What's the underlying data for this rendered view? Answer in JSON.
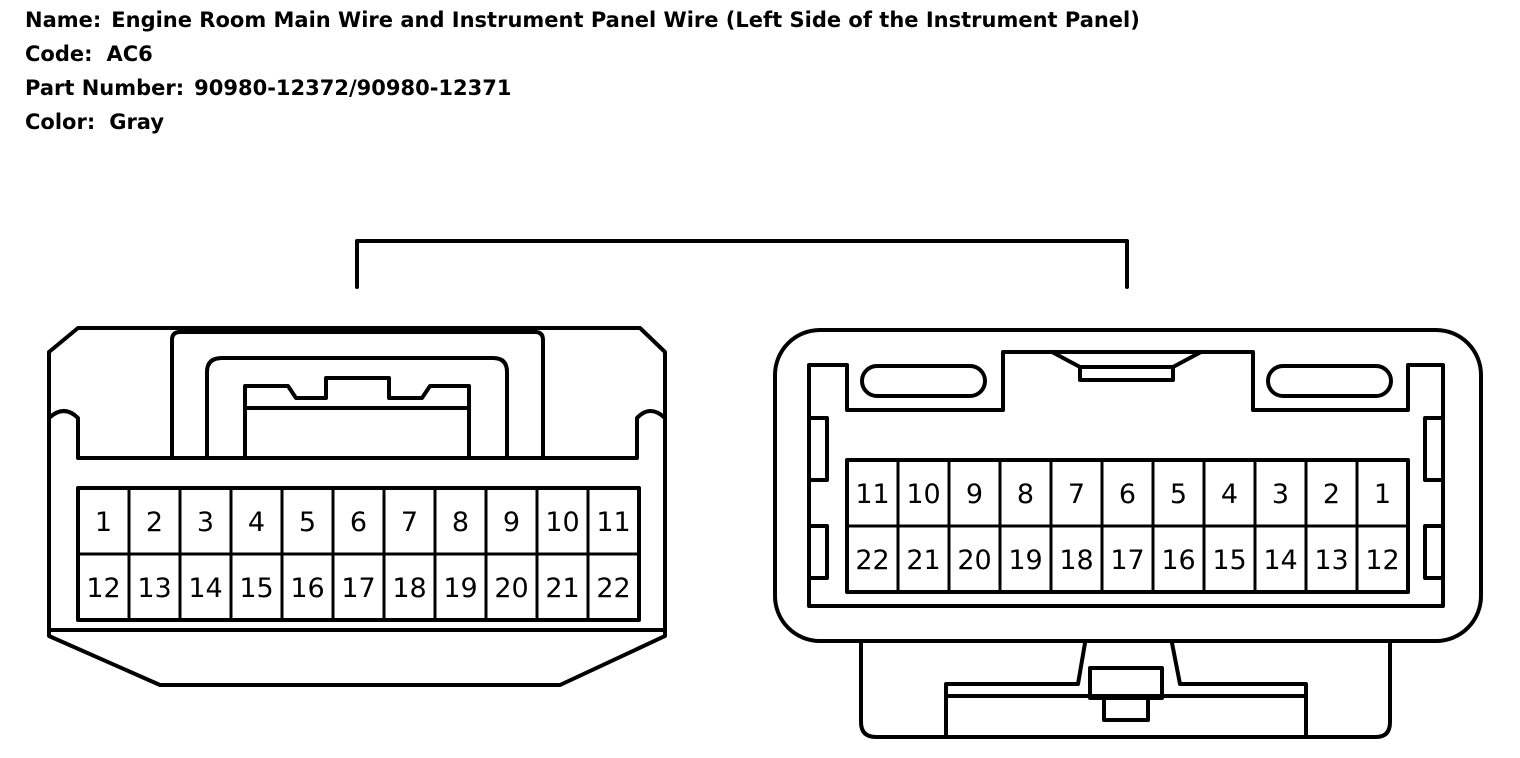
{
  "info": {
    "name_label": "Name:",
    "name_value": "Engine Room Main Wire and Instrument Panel Wire (Left Side of the Instrument Panel)",
    "code_label": "Code:",
    "code_value": "AC6",
    "part_label": "Part Number:",
    "part_value": "90980-12372/90980-12371",
    "color_label": "Color:",
    "color_value": "Gray"
  },
  "left_connector": {
    "top_row": [
      "1",
      "2",
      "3",
      "4",
      "5",
      "6",
      "7",
      "8",
      "9",
      "10",
      "11"
    ],
    "bottom_row": [
      "12",
      "13",
      "14",
      "15",
      "16",
      "17",
      "18",
      "19",
      "20",
      "21",
      "22"
    ]
  },
  "right_connector": {
    "top_row": [
      "11",
      "10",
      "9",
      "8",
      "7",
      "6",
      "5",
      "4",
      "3",
      "2",
      "1"
    ],
    "bottom_row": [
      "22",
      "21",
      "20",
      "19",
      "18",
      "17",
      "16",
      "15",
      "14",
      "13",
      "12"
    ]
  }
}
